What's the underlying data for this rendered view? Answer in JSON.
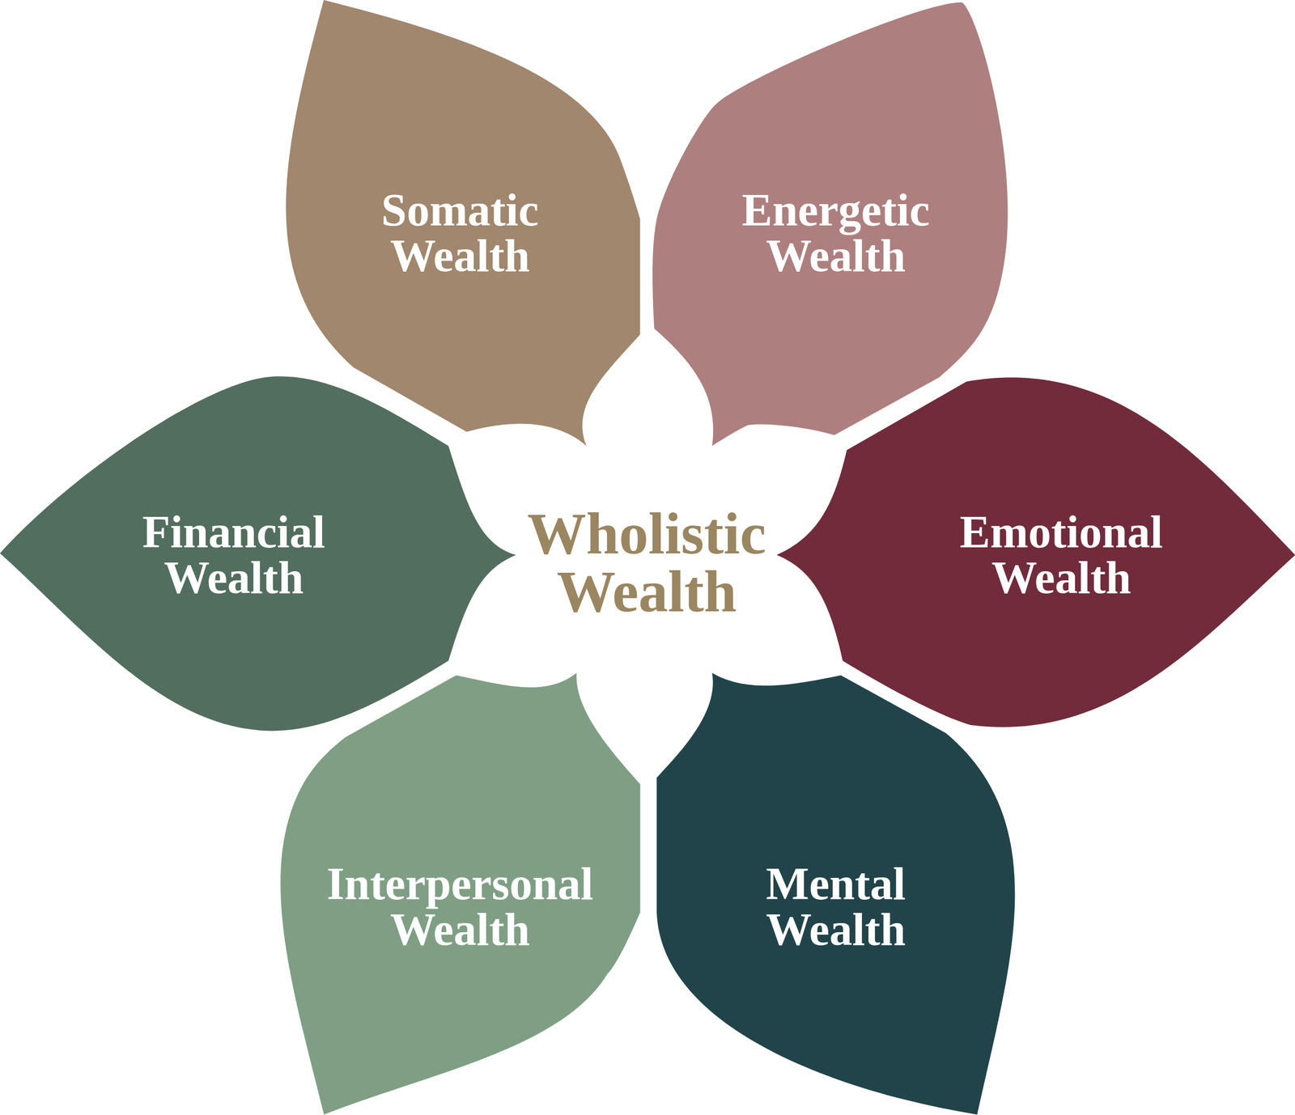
{
  "diagram": {
    "title": "Wholistic Wealth",
    "nodes": [
      {
        "text": [
          "Somatic Wealth"
        ]
      },
      {
        "text": [
          "Energetic Wealth"
        ]
      },
      {
        "text": [
          "Financial Wealth"
        ]
      },
      {
        "text": [
          "Emotional Wealth"
        ]
      },
      {
        "text": [
          "Interpersonal Wealth"
        ]
      },
      {
        "text": [
          "Mental Wealth"
        ]
      }
    ]
  }
}
